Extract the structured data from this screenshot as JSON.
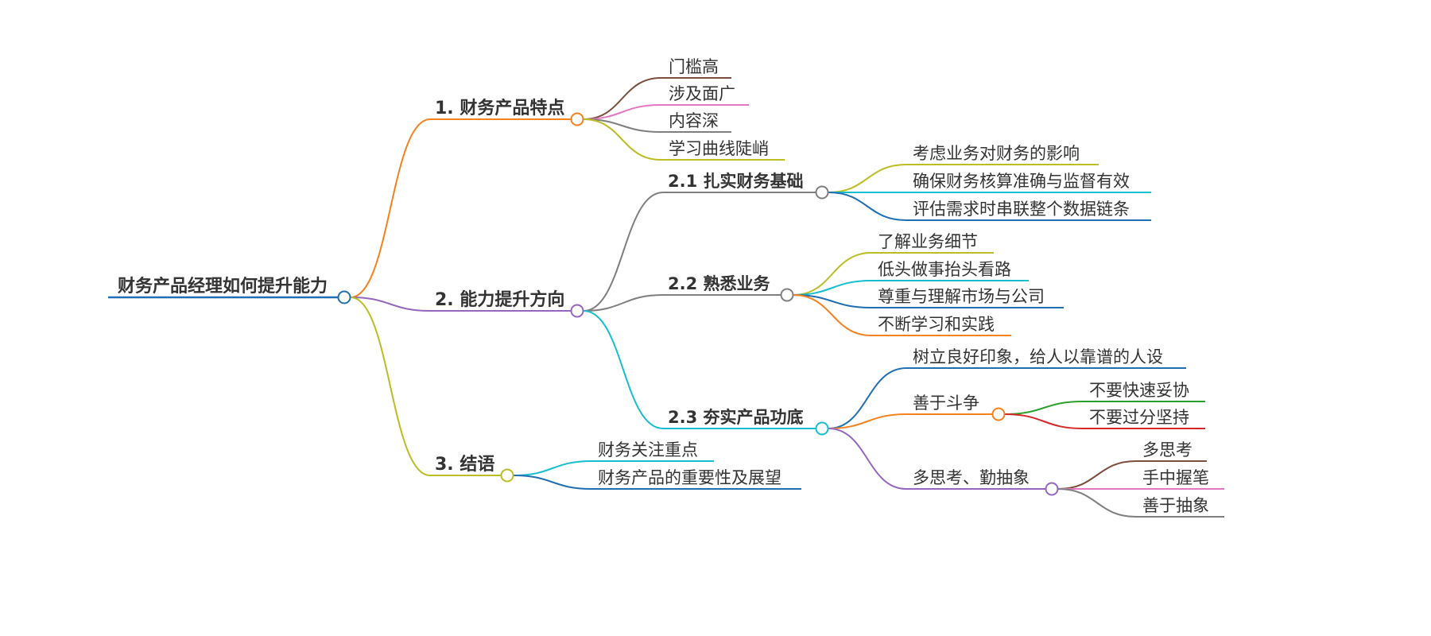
{
  "mindmap": {
    "root": {
      "label": "财务产品经理如何提升能力",
      "color": "#1f6fb2"
    },
    "branches": [
      {
        "label": "1. 财务产品特点",
        "color": "#f5821f",
        "children": [
          {
            "label": "门槛高",
            "color": "#7a4f3c"
          },
          {
            "label": "涉及面广",
            "color": "#e377c2"
          },
          {
            "label": "内容深",
            "color": "#7f7f7f"
          },
          {
            "label": "学习曲线陡峭",
            "color": "#bcbd22"
          }
        ]
      },
      {
        "label": "2. 能力提升方向",
        "color": "#9467bd",
        "children": [
          {
            "label": "2.1 扎实财务基础",
            "color": "#7f7f7f",
            "children": [
              {
                "label": "考虑业务对财务的影响",
                "color": "#bcbd22"
              },
              {
                "label": "确保财务核算准确与监督有效",
                "color": "#17becf"
              },
              {
                "label": "评估需求时串联整个数据链条",
                "color": "#1f6fb2"
              }
            ]
          },
          {
            "label": "2.2 熟悉业务",
            "color": "#7f7f7f",
            "children": [
              {
                "label": "了解业务细节",
                "color": "#bcbd22"
              },
              {
                "label": "低头做事抬头看路",
                "color": "#17becf"
              },
              {
                "label": "尊重与理解市场与公司",
                "color": "#1f6fb2"
              },
              {
                "label": "不断学习和实践",
                "color": "#f5821f"
              }
            ]
          },
          {
            "label": "2.3 夯实产品功底",
            "color": "#17becf",
            "children": [
              {
                "label": "树立良好印象，给人以靠谱的人设",
                "color": "#1f6fb2"
              },
              {
                "label": "善于斗争",
                "color": "#f5821f",
                "children": [
                  {
                    "label": "不要快速妥协",
                    "color": "#2ca02c"
                  },
                  {
                    "label": "不要过分坚持",
                    "color": "#d62728"
                  }
                ]
              },
              {
                "label": "多思考、勤抽象",
                "color": "#9467bd",
                "children": [
                  {
                    "label": "多思考",
                    "color": "#7a4f3c"
                  },
                  {
                    "label": "手中握笔",
                    "color": "#e377c2"
                  },
                  {
                    "label": "善于抽象",
                    "color": "#7f7f7f"
                  }
                ]
              }
            ]
          }
        ]
      },
      {
        "label": "3. 结语",
        "color": "#bcbd22",
        "children": [
          {
            "label": "财务关注重点",
            "color": "#17becf"
          },
          {
            "label": "财务产品的重要性及展望",
            "color": "#1f6fb2"
          }
        ]
      }
    ]
  }
}
